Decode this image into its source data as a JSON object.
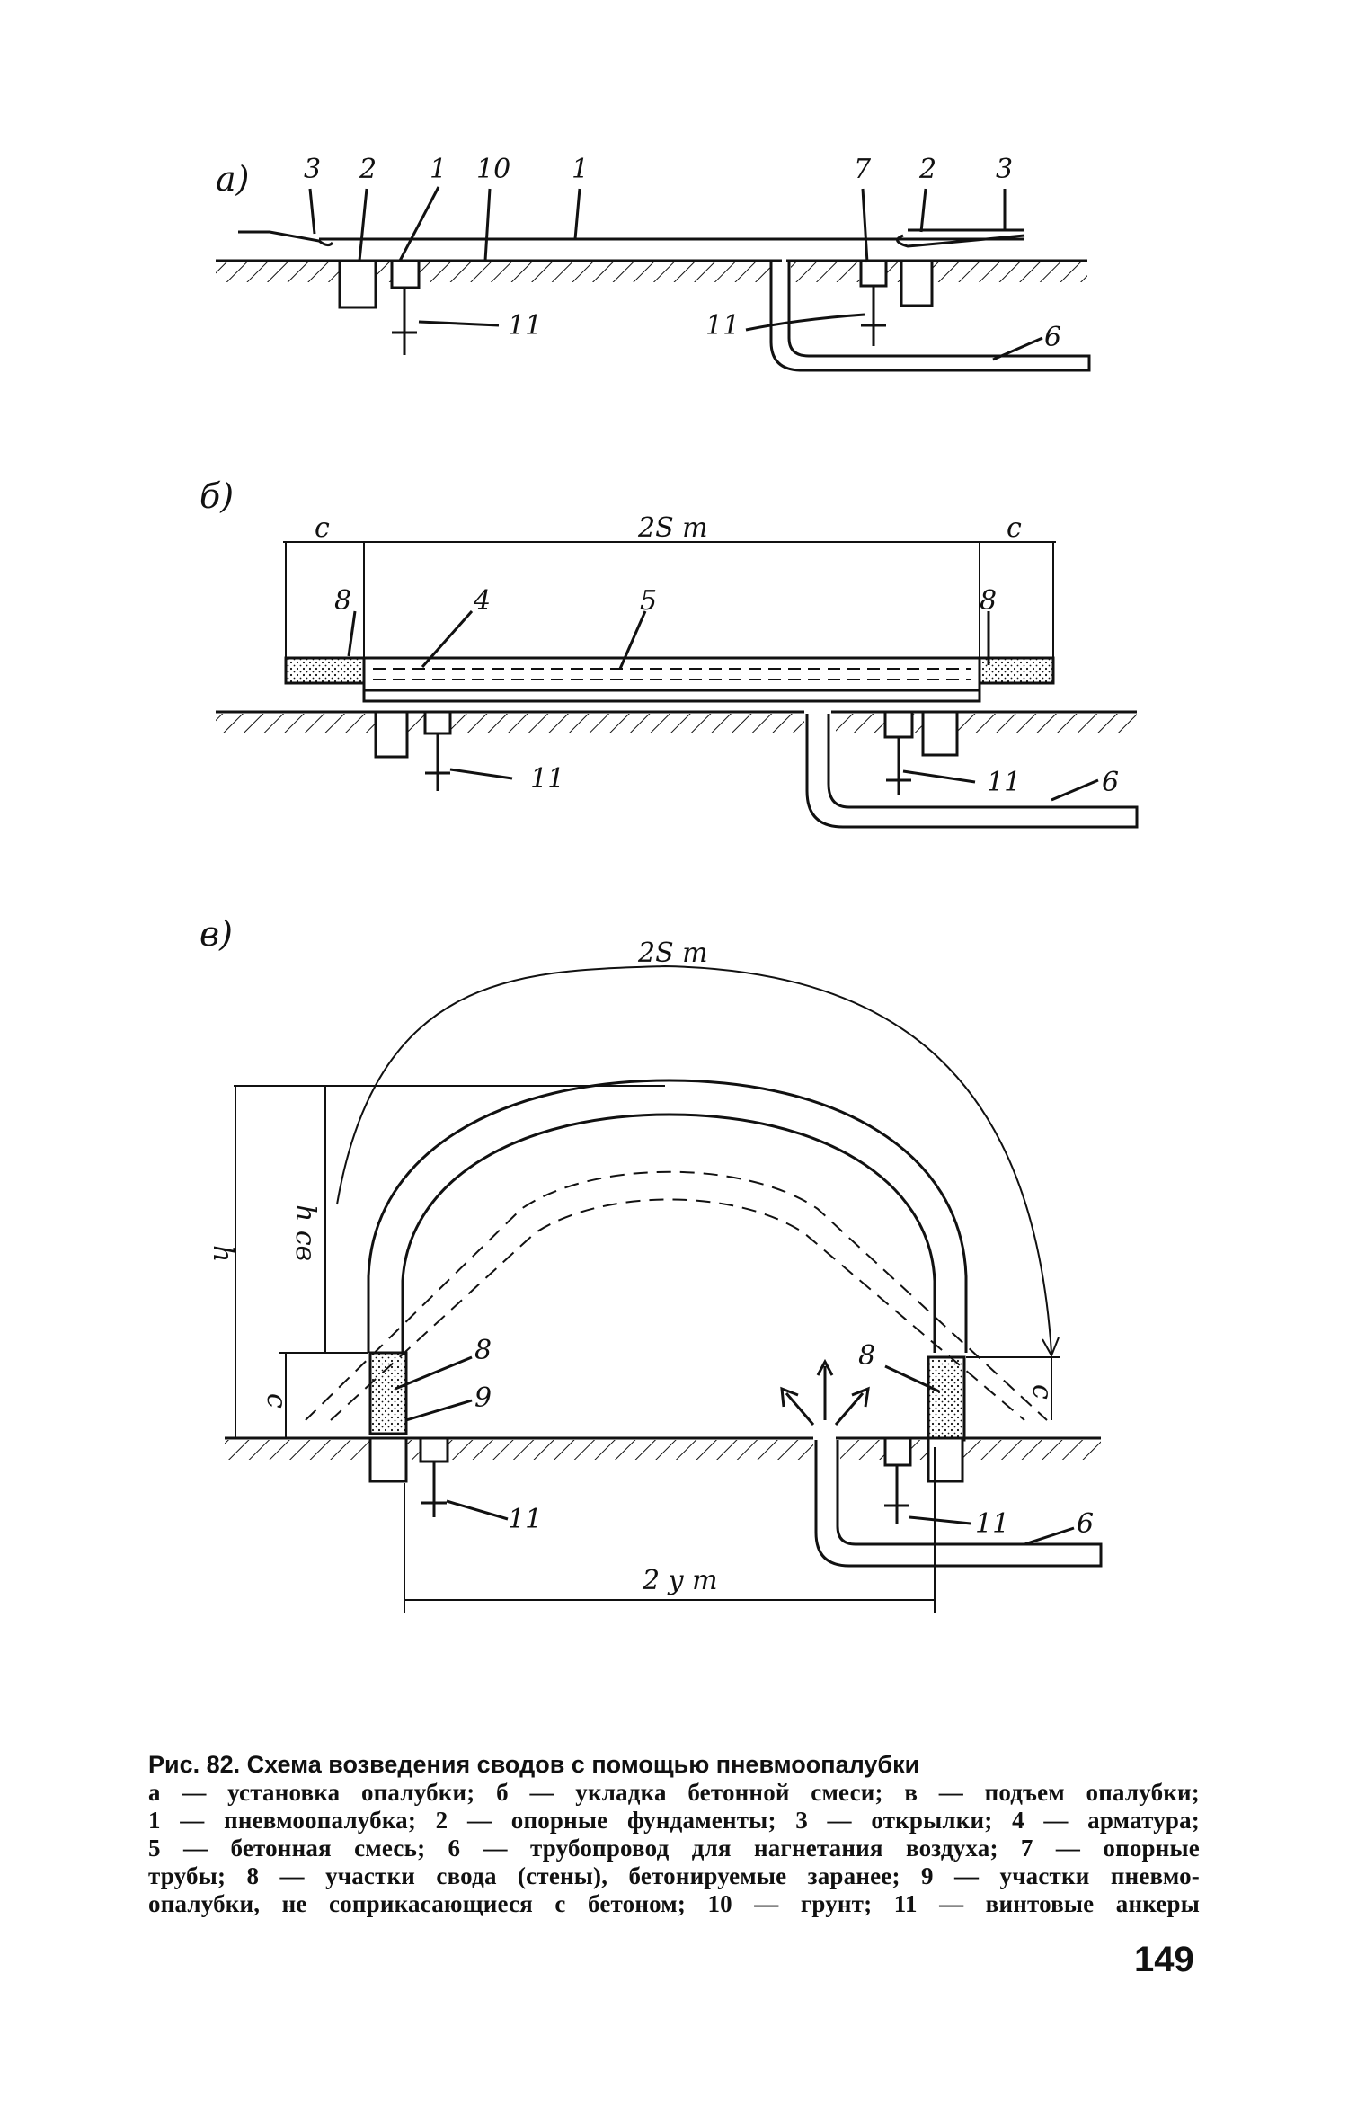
{
  "figure": {
    "panel_a": {
      "marker": "а)",
      "labels": {
        "l3a": "3",
        "l2a": "2",
        "l1a": "1",
        "l10": "10",
        "l1b": "1",
        "l7": "7",
        "l2b": "2",
        "l3b": "3",
        "l11a": "11",
        "l11b": "11",
        "l6": "6"
      }
    },
    "panel_b": {
      "marker": "б)",
      "labels": {
        "c1": "c",
        "span": "2S m",
        "c2": "c",
        "l8a": "8",
        "l4": "4",
        "l5": "5",
        "l8b": "8",
        "l11": "11",
        "l6": "6"
      }
    },
    "panel_v": {
      "marker": "в)",
      "labels": {
        "arc": "2S m",
        "h": "h",
        "hcv": "h cв",
        "c_left": "c",
        "c_right": "c",
        "l8a": "8",
        "l9": "9",
        "l8b": "8",
        "l11a": "11",
        "l11b": "11",
        "l6": "6",
        "base": "2 y m"
      }
    }
  },
  "caption": {
    "title": "Рис. 82. Схема возведения сводов с помощью пневмоопалубки",
    "lines": [
      "а — установка опалубки; б — укладка бетонной смеси; в — подъем опалубки;",
      "1 — пневмоопалубка; 2 — опорные фундаменты; 3 — открылки; 4 — арматура;",
      "5 — бетонная смесь; 6 — трубопровод для нагнетания воздуха; 7 — опорные",
      "трубы; 8 — участки свода (стены), бетонируемые заранее; 9 — участки пневмо-",
      "опалубки, не соприкасающиеся с бетоном; 10 — грунт; 11 — винтовые анкеры"
    ]
  },
  "page_number": "149"
}
